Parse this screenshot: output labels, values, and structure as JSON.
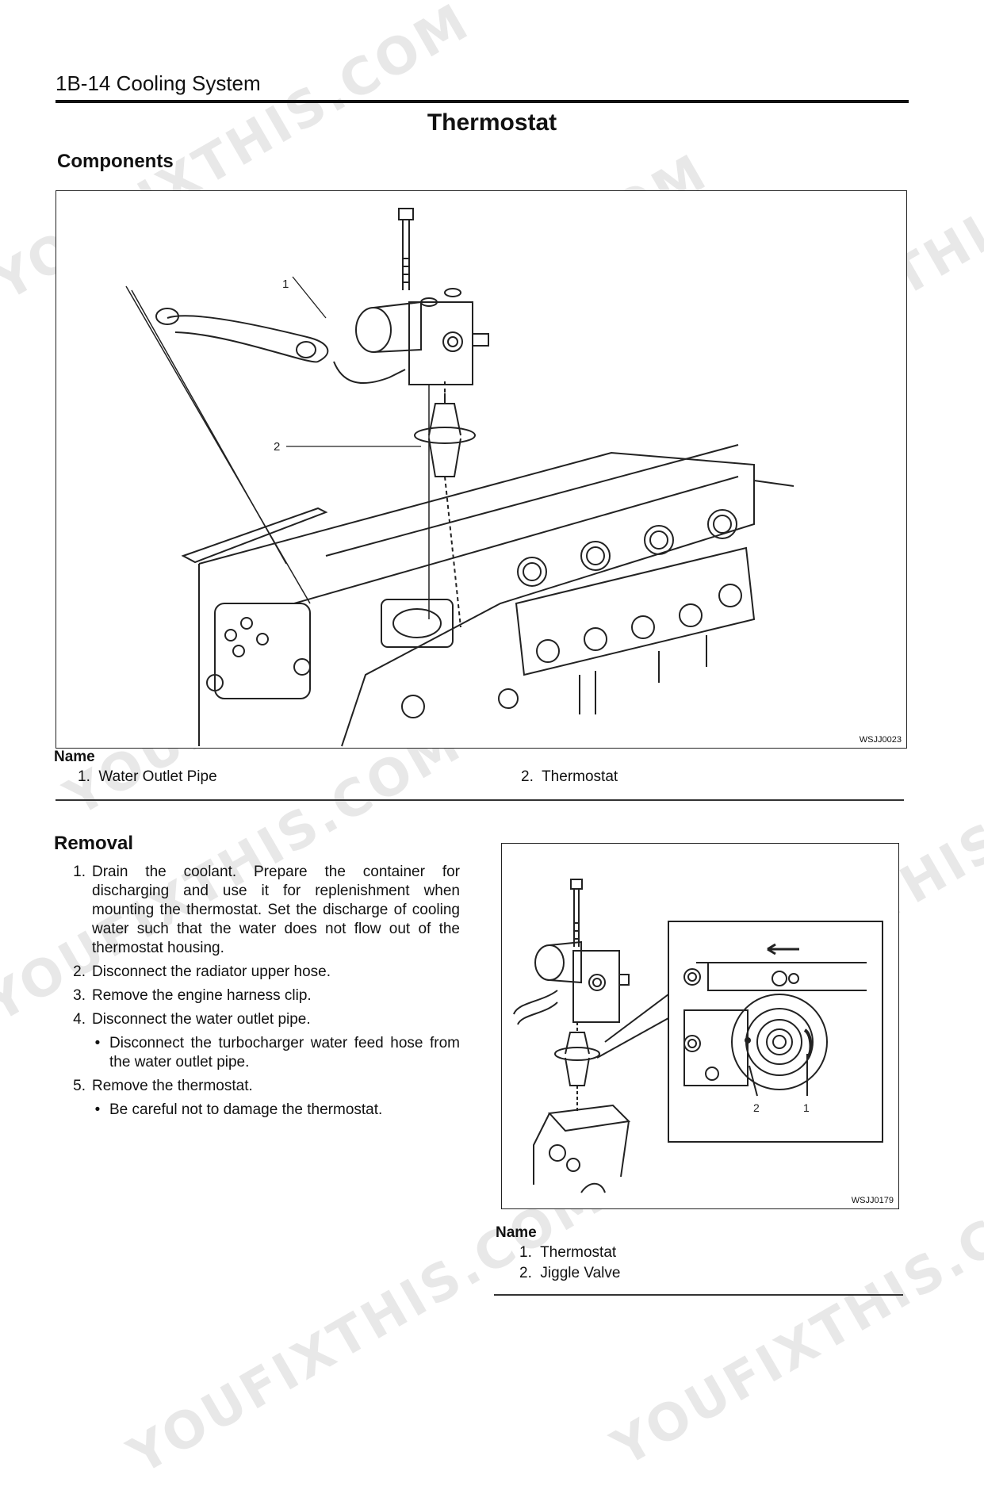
{
  "header": {
    "page_ref": "1B-14 Cooling System"
  },
  "title": "Thermostat",
  "components": {
    "heading": "Components",
    "figure_code": "WSJJ0023",
    "callouts": [
      "1",
      "2"
    ],
    "legend_heading": "Name",
    "legend": [
      {
        "num": "1.",
        "label": "Water Outlet Pipe"
      },
      {
        "num": "2.",
        "label": "Thermostat"
      }
    ]
  },
  "removal": {
    "heading": "Removal",
    "steps": [
      {
        "num": "1.",
        "text": "Drain the coolant. Prepare the container for discharging and use it for replenishment when mounting the thermostat. Set the discharge of cooling water such that the water does not flow out of the thermostat housing.",
        "bullets": []
      },
      {
        "num": "2.",
        "text": "Disconnect the radiator upper hose.",
        "bullets": []
      },
      {
        "num": "3.",
        "text": "Remove the engine harness clip.",
        "bullets": []
      },
      {
        "num": "4.",
        "text": "Disconnect the water outlet pipe.",
        "bullets": [
          "Disconnect the turbocharger water feed hose from the water outlet pipe."
        ]
      },
      {
        "num": "5.",
        "text": "Remove the thermostat.",
        "bullets": [
          "Be careful not to damage the thermostat."
        ]
      }
    ],
    "figure_code": "WSJJ0179",
    "callouts": [
      "2",
      "1"
    ],
    "legend_heading": "Name",
    "legend": [
      {
        "num": "1.",
        "label": "Thermostat"
      },
      {
        "num": "2.",
        "label": "Jiggle Valve"
      }
    ]
  },
  "watermark": "YOUFIXTHIS.COM"
}
